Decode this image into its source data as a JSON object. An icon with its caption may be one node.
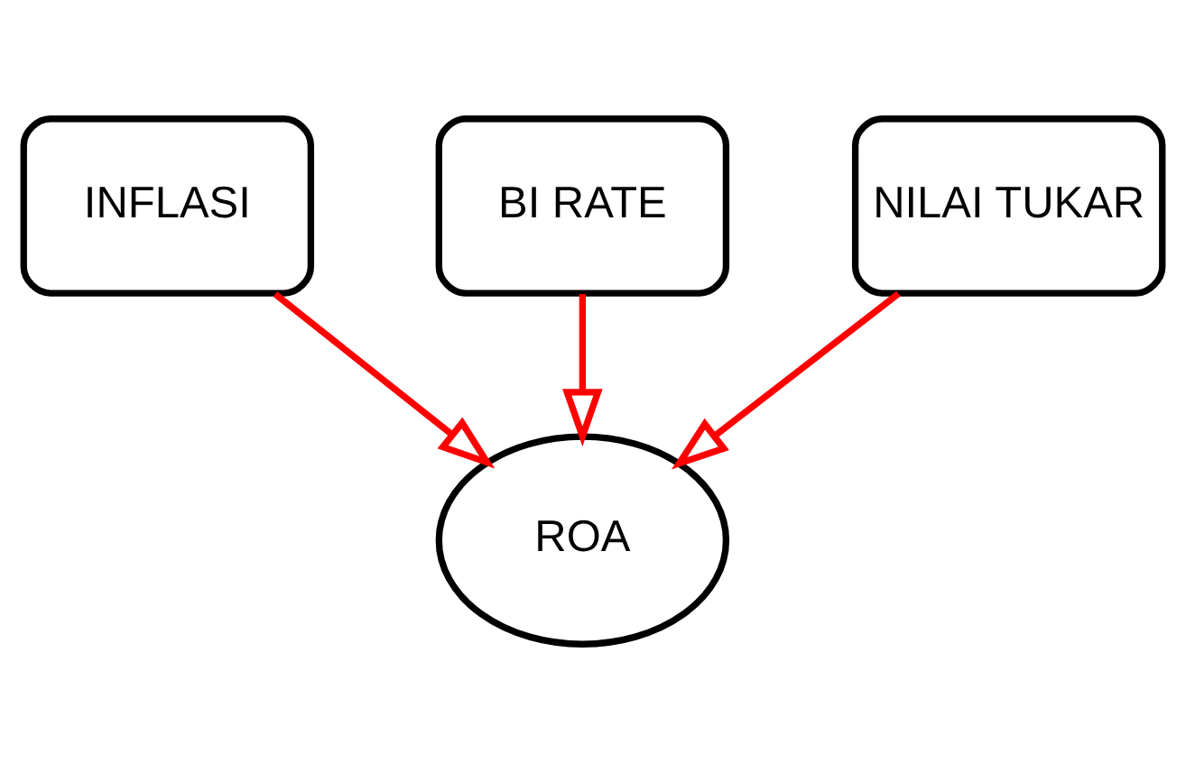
{
  "diagram": {
    "nodes": [
      {
        "text": [
          "INFLASI"
        ]
      },
      {
        "text": [
          "BI RATE"
        ]
      },
      {
        "text": [
          "NILAI TUKAR"
        ]
      },
      {
        "text": [
          "ROA"
        ]
      }
    ],
    "edges": [
      {
        "from": 0,
        "to": 3,
        "arrow": "to"
      },
      {
        "from": 1,
        "to": 3,
        "arrow": "to"
      },
      {
        "from": 2,
        "to": 3,
        "arrow": "to"
      }
    ]
  }
}
